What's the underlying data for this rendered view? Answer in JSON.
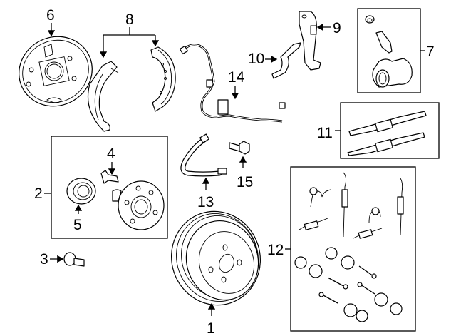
{
  "diagram": {
    "title": "Rear brake components exploded view",
    "callouts": [
      {
        "number": "1",
        "part": "brake-drum"
      },
      {
        "number": "2",
        "part": "hub-and-bearing-assembly"
      },
      {
        "number": "3",
        "part": "hub-bolt"
      },
      {
        "number": "4",
        "part": "wheel-stud"
      },
      {
        "number": "5",
        "part": "bearing"
      },
      {
        "number": "6",
        "part": "backing-plate"
      },
      {
        "number": "7",
        "part": "wheel-cylinder-assembly"
      },
      {
        "number": "8",
        "part": "brake-shoes"
      },
      {
        "number": "9",
        "part": "parking-brake-lever"
      },
      {
        "number": "10",
        "part": "parking-brake-strut"
      },
      {
        "number": "11",
        "part": "adjuster-kit"
      },
      {
        "number": "12",
        "part": "hardware-kit"
      },
      {
        "number": "13",
        "part": "brake-hose"
      },
      {
        "number": "14",
        "part": "abs-sensor-wire"
      },
      {
        "number": "15",
        "part": "bolt"
      }
    ]
  }
}
